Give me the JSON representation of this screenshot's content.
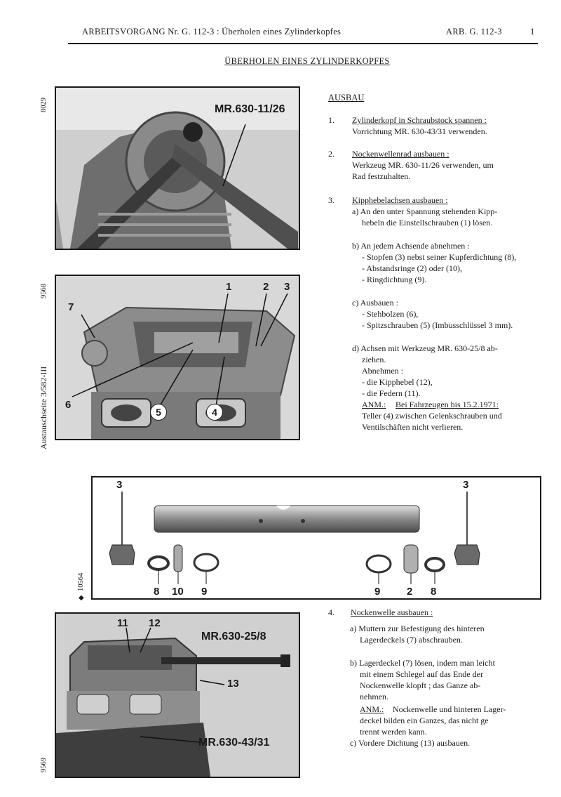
{
  "header": {
    "left": "ARBEITSVORGANG Nr.  G. 112-3 : Überholen eines Zylinderkopfes",
    "ref": "ARB. G. 112-3",
    "page": "1"
  },
  "title": "ÜBERHOLEN EINES ZYLINDERKOPFES",
  "side_codes": {
    "fig1": "8029",
    "fig2": "9568",
    "exchange": "Austauschseite 3/582-III",
    "fig3": "10564",
    "fig4": "9569"
  },
  "figures": {
    "fig1_tool": "MR.630-11/26",
    "fig2_labels": [
      "1",
      "2",
      "3",
      "7",
      "6",
      "5",
      "4"
    ],
    "fig3_labels_top": [
      "3",
      "3"
    ],
    "fig3_labels_bottom": [
      "8",
      "10",
      "9",
      "9",
      "2",
      "8"
    ],
    "fig4_labels": [
      "11",
      "12",
      "13"
    ],
    "fig4_tool_a": "MR.630-25/8",
    "fig4_tool_b": "MR.630-43/31"
  },
  "section": "AUSBAU",
  "steps": {
    "s1": {
      "num": "1.",
      "title": "Zylinderkopf in Schraubstock spannen :",
      "lines": [
        "Vorrichtung MR. 630-43/31 verwenden."
      ]
    },
    "s2": {
      "num": "2.",
      "title": "Nockenwellenrad ausbauen :",
      "lines": [
        "Werkzeug MR. 630-11/26 verwenden, um",
        "Rad festzuhalten."
      ]
    },
    "s3": {
      "num": "3.",
      "title": "Kipphebelachsen ausbauen :",
      "a": [
        "a) An den unter Spannung stehenden Kipp-",
        "hebeln die Einstellschrauben (1) lösen."
      ],
      "b": [
        "b) An jedem Achsende abnehmen :",
        "- Stopfen (3) nebst seiner Kupferdichtung (8),",
        "- Abstandsringe (2) oder (10),",
        "- Ringdichtung (9)."
      ],
      "c": [
        "c) Ausbauen :",
        "- Stehbolzen (6),",
        "- Spitzschrauben (5) (Imbusschlüssel 3 mm)."
      ],
      "d": [
        "d) Achsen mit Werkzeug MR. 630-25/8 ab-",
        "ziehen.",
        "Abnehmen :",
        "- die Kipphebel (12),",
        "- die Federn (11)."
      ],
      "anm_label": "ANM.:",
      "anm_title": "Bei Fahrzeugen bis 15.2.1971:",
      "anm_lines": [
        "Teller (4) zwischen Gelenkschrauben und",
        "Ventilschäften nicht verlieren."
      ]
    },
    "s4": {
      "num": "4.",
      "title": "Nockenwelle ausbauen :",
      "a": [
        "a) Muttern zur Befestigung des hinteren",
        "Lagerdeckels (7) abschrauben."
      ],
      "b": [
        "b) Lagerdeckel (7) lösen, indem man leicht",
        "mit einem Schlegel auf das Ende der",
        "Nockenwelle klopft ; das Ganze ab-",
        "nehmen."
      ],
      "anm_label": "ANM.:",
      "anm_rest": "Nockenwelle und hinteren Lager-",
      "anm_lines": [
        "deckel bilden ein Ganzes, das nicht ge",
        "trennt werden kann."
      ],
      "c": [
        "c) Vordere Dichtung (13) ausbauen."
      ]
    }
  }
}
